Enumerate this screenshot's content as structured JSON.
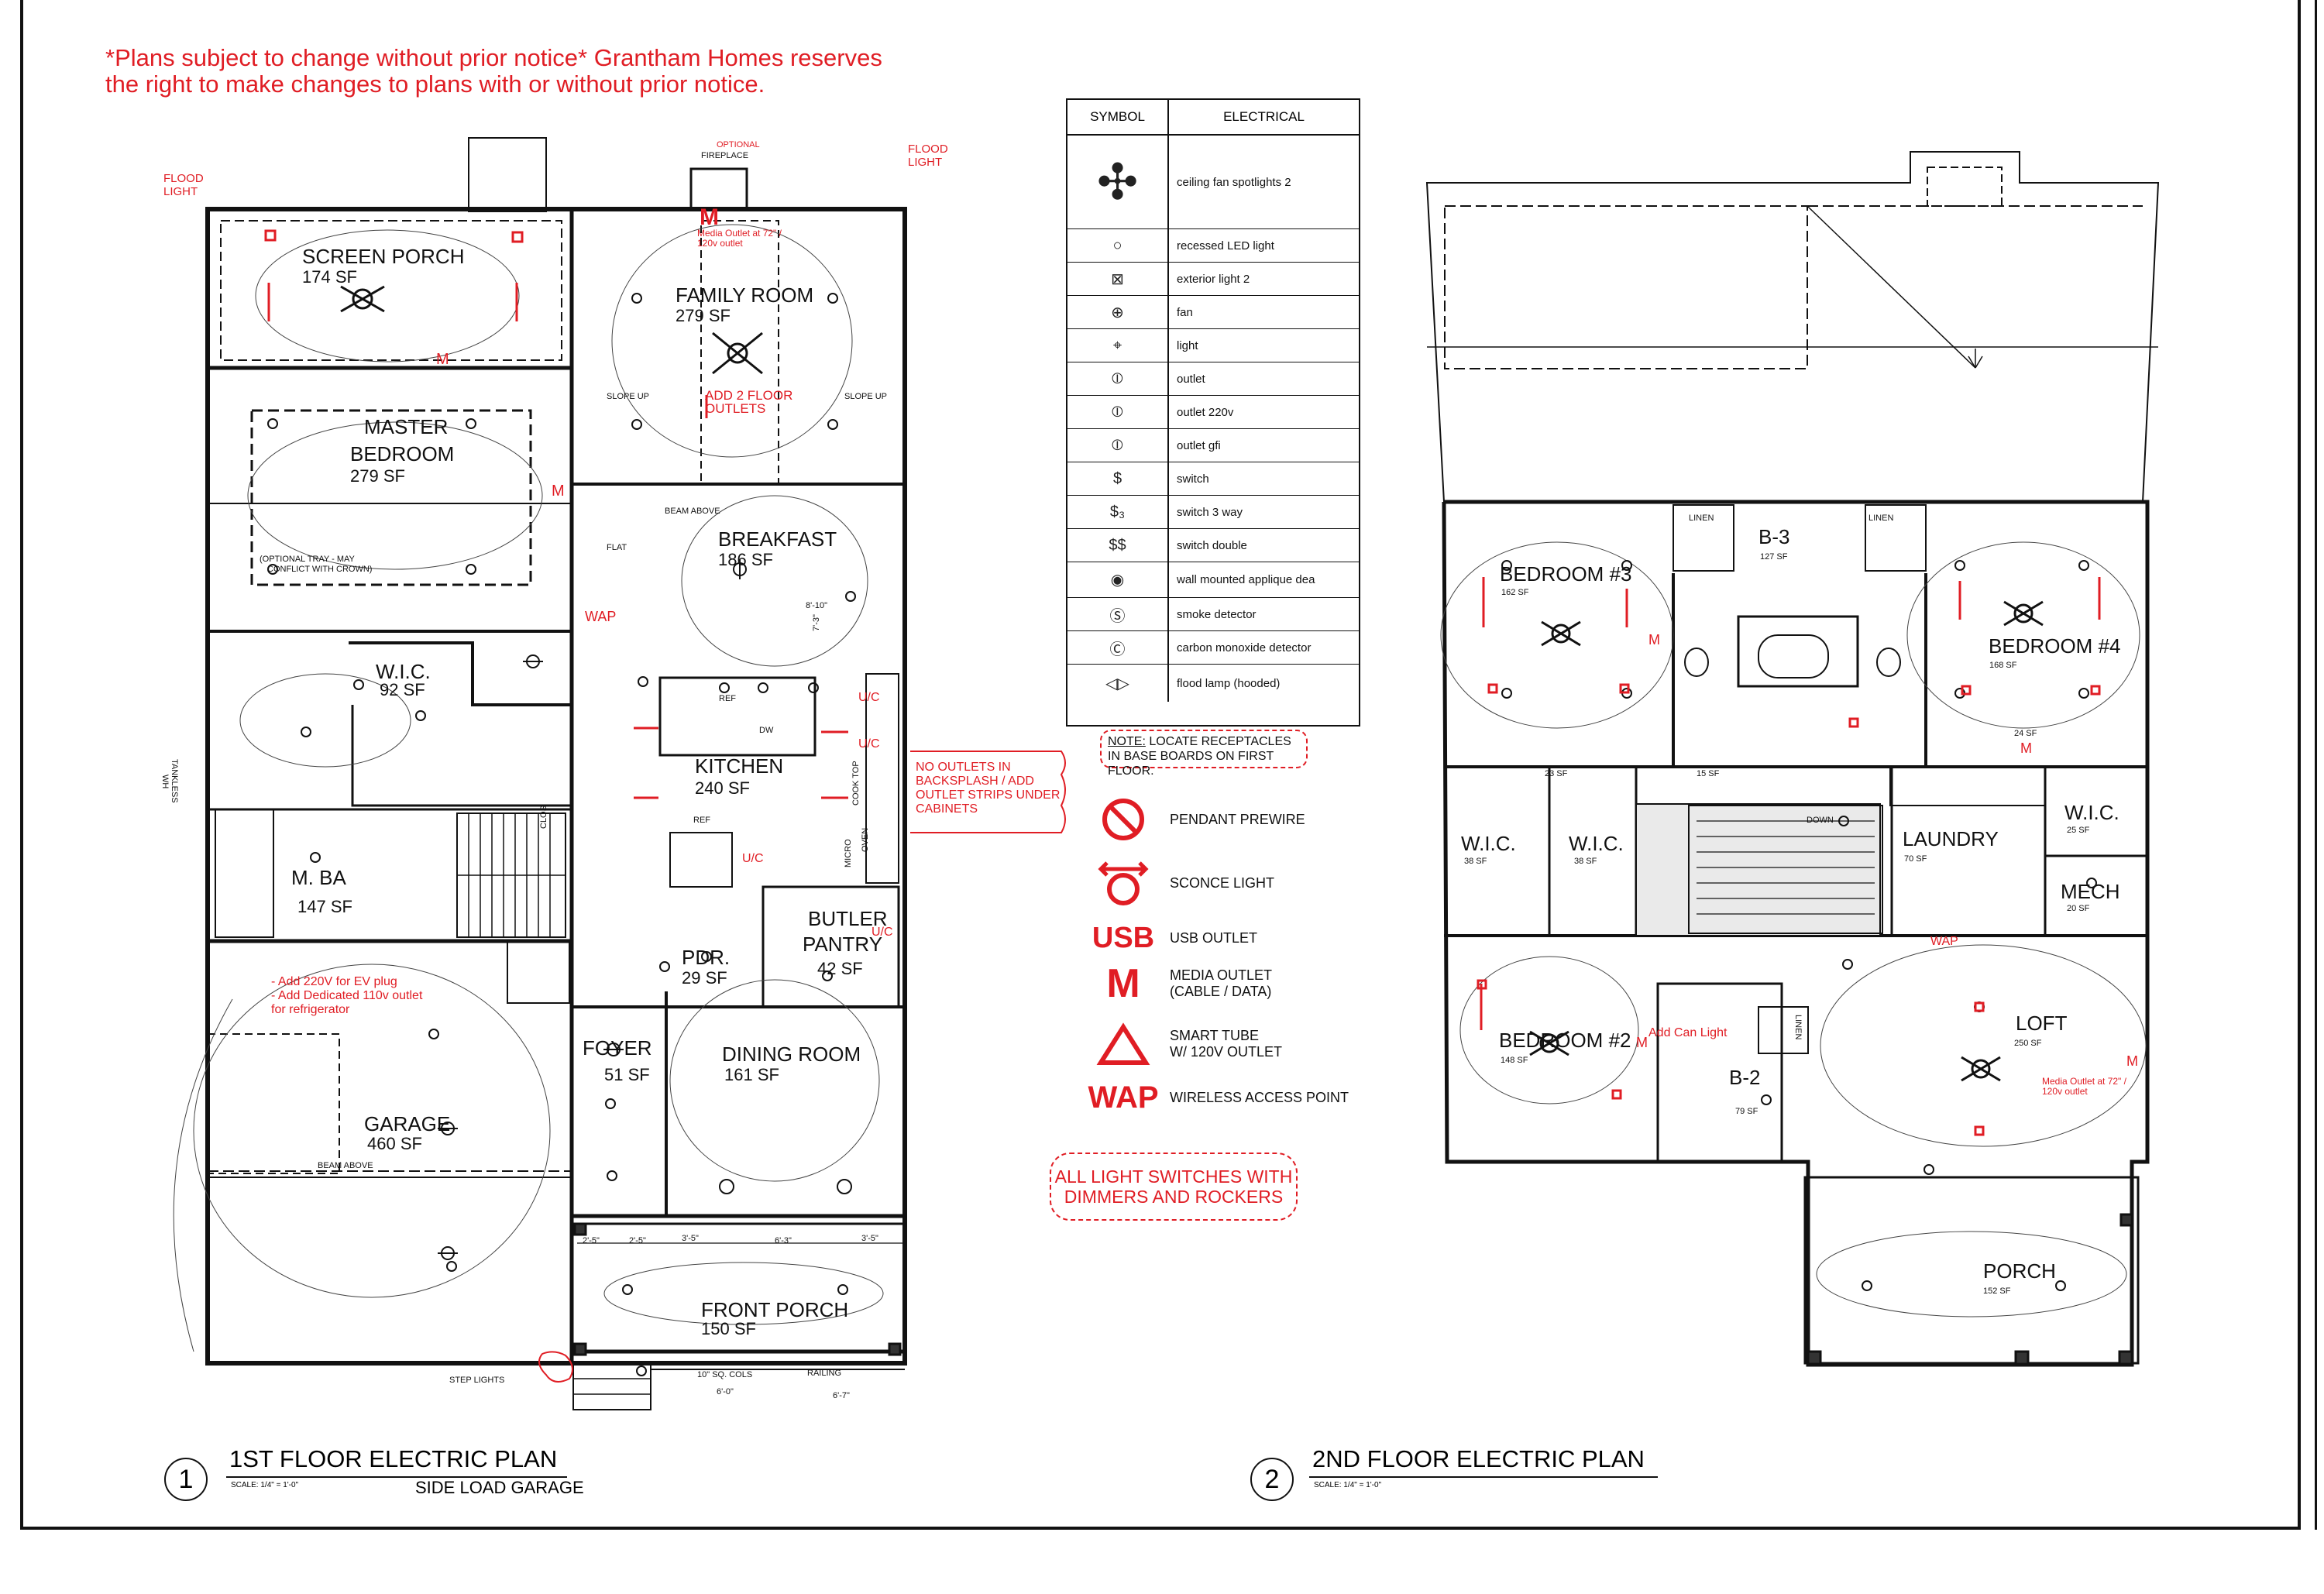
{
  "notice": "*Plans subject to change without prior notice* Grantham Homes reserves\nthe right to make changes to plans with or without prior notice.",
  "floor1": {
    "rooms": [
      {
        "name": "SCREEN PORCH",
        "area": "174 SF"
      },
      {
        "name": "FAMILY ROOM",
        "area": "279 SF"
      },
      {
        "name": "MASTER\nBEDROOM",
        "area": "279 SF"
      },
      {
        "name": "BREAKFAST",
        "area": "186 SF"
      },
      {
        "name": "W.I.C.",
        "area": "92 SF"
      },
      {
        "name": "KITCHEN",
        "area": "240 SF"
      },
      {
        "name": "M. BA",
        "area": "147 SF"
      },
      {
        "name": "BUTLER\nPANTRY",
        "area": "42 SF"
      },
      {
        "name": "PDR.",
        "area": "29 SF"
      },
      {
        "name": "GARAGE",
        "area": "460 SF"
      },
      {
        "name": "FOYER",
        "area": "51 SF"
      },
      {
        "name": "DINING ROOM",
        "area": "161 SF"
      },
      {
        "name": "FRONT PORCH",
        "area": "150 SF"
      }
    ],
    "labels": {
      "flood_light": "FLOOD\nLIGHT",
      "optional": "OPTIONAL",
      "fireplace": "FIREPLACE",
      "media_outlet": "Media Outlet at 72\" /\n120v outlet",
      "add_floor_outlets": "ADD 2 FLOOR\nOUTLETS",
      "slope_up": "SLOPE UP",
      "flat": "FLAT",
      "beam_above": "BEAM ABOVE",
      "tray": "(OPTIONAL TRAY - MAY\nCONFLICT WITH CROWN)",
      "tankless": "TANKLESS\nWH",
      "no_outlets": "NO OUTLETS IN\nBACKSPLASH / ADD\nOUTLET STRIPS UNDER\nCABINETS",
      "ev_plug": "- Add 220V for EV plug\n- Add Dedicated 110v outlet\nfor refrigerator",
      "dim_8_10": "8'-10\"",
      "dim_7_3": "7'-3\"",
      "ref": "REF",
      "dw": "DW",
      "clos": "CLOS",
      "micro": "MICRO",
      "oven": "OVEN",
      "cook_top": "COOK TOP",
      "uc": "U/C",
      "step_lights": "STEP LIGHTS",
      "sq_cols": "10\" SQ. COLS",
      "railing": "RAILING",
      "dims": [
        "2'-5\"",
        "2'-5\"",
        "3'-5\"",
        "6'-3\"",
        "3'-5\"",
        "6'-0\"",
        "6'-7\""
      ]
    }
  },
  "floor2": {
    "rooms": [
      {
        "name": "BEDROOM #3",
        "area": "162 SF"
      },
      {
        "name": "B-3",
        "area": "127 SF"
      },
      {
        "name": "BEDROOM #4",
        "area": "168 SF"
      },
      {
        "name": "W.I.C.",
        "area": "38 SF"
      },
      {
        "name": "W.I.C.",
        "area": "38 SF"
      },
      {
        "name": "LAUNDRY",
        "area": "70 SF"
      },
      {
        "name": "W.I.C.",
        "area": "25 SF"
      },
      {
        "name": "MECH",
        "area": "20 SF"
      },
      {
        "name": "BEDROOM #2",
        "area": "148 SF"
      },
      {
        "name": "B-2",
        "area": "79 SF"
      },
      {
        "name": "LOFT",
        "area": "250 SF"
      },
      {
        "name": "PORCH",
        "area": "152 SF"
      }
    ],
    "labels": {
      "linen": "LINEN",
      "down": "DOWN",
      "add_can_light": "Add Can Light",
      "media_outlet": "Media Outlet at 72\" /\n120v outlet",
      "sf_24": "24 SF",
      "sf_23": "23 SF",
      "sf_15": "15 SF",
      "wap": "WAP"
    }
  },
  "legend": {
    "header_symbol": "SYMBOL",
    "header_electrical": "ELECTRICAL",
    "rows": [
      {
        "icon": "ceiling-fan-icon",
        "glyph": "✣",
        "label": "ceiling fan spotlights 2"
      },
      {
        "icon": "recessed-light-icon",
        "glyph": "○",
        "label": "recessed LED light"
      },
      {
        "icon": "exterior-light-icon",
        "glyph": "⊠",
        "label": "exterior light 2"
      },
      {
        "icon": "fan-icon",
        "glyph": "⊕",
        "label": "fan"
      },
      {
        "icon": "light-icon",
        "glyph": "⌖",
        "label": "light"
      },
      {
        "icon": "outlet-icon",
        "glyph": "⦶",
        "label": "outlet"
      },
      {
        "icon": "outlet-220v-icon",
        "glyph": "⦶",
        "label": "outlet 220v"
      },
      {
        "icon": "outlet-gfi-icon",
        "glyph": "⦶",
        "label": "outlet gfi"
      },
      {
        "icon": "switch-icon",
        "glyph": "$",
        "label": "switch"
      },
      {
        "icon": "switch-3way-icon",
        "glyph": "$₃",
        "label": "switch 3 way"
      },
      {
        "icon": "switch-double-icon",
        "glyph": "$$",
        "label": "switch double"
      },
      {
        "icon": "wall-applique-icon",
        "glyph": "◉",
        "label": "wall mounted applique dea"
      },
      {
        "icon": "smoke-detector-icon",
        "glyph": "Ⓢ",
        "label": "smoke detector"
      },
      {
        "icon": "co-detector-icon",
        "glyph": "Ⓒ",
        "label": "carbon monoxide detector"
      },
      {
        "icon": "flood-lamp-icon",
        "glyph": "◁▷",
        "label": "flood lamp (hooded)"
      }
    ],
    "note_prefix": "NOTE:",
    "note": " LOCATE RECEPTACLES IN BASE BOARDS ON FIRST FLOOR.",
    "keys": [
      {
        "icon": "pendant-prewire-icon",
        "label": "PENDANT PREWIRE"
      },
      {
        "icon": "sconce-light-icon",
        "label": "SCONCE LIGHT"
      },
      {
        "icon": "usb-outlet-icon",
        "symbol": "USB",
        "label": "USB OUTLET"
      },
      {
        "icon": "media-outlet-icon",
        "symbol": "M",
        "label": "MEDIA OUTLET\n(CABLE / DATA)"
      },
      {
        "icon": "smart-tube-icon",
        "label": "SMART TUBE\nW/ 120V OUTLET"
      },
      {
        "icon": "wap-icon",
        "symbol": "WAP",
        "label": "WIRELESS ACCESS POINT"
      }
    ],
    "dimmers": "ALL LIGHT SWITCHES WITH\nDIMMERS AND ROCKERS"
  },
  "title_blocks": [
    {
      "number": "1",
      "title": "1ST FLOOR ELECTRIC PLAN",
      "scale": "SCALE: 1/4\"  =  1'-0\"",
      "subtitle": "SIDE LOAD GARAGE"
    },
    {
      "number": "2",
      "title": "2ND FLOOR ELECTRIC PLAN",
      "scale": "SCALE: 1/4\"  =  1'-0\"",
      "subtitle": ""
    }
  ],
  "colors": {
    "accent": "#e01d24",
    "ink": "#111111"
  }
}
